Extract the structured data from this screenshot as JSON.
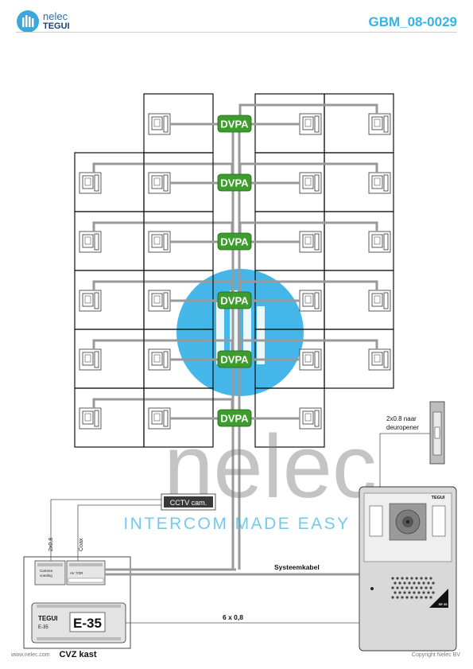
{
  "header": {
    "brand_name": "nelec",
    "brand_sub": "TEGUI",
    "code": "GBM_08-0029"
  },
  "distributor_label": "DVPA",
  "floors": [
    {
      "left": [
        false,
        true
      ],
      "right": [
        true,
        true
      ]
    },
    {
      "left": [
        true,
        true
      ],
      "right": [
        true,
        true
      ]
    },
    {
      "left": [
        true,
        true
      ],
      "right": [
        true,
        true
      ]
    },
    {
      "left": [
        true,
        true
      ],
      "right": [
        true,
        true
      ]
    },
    {
      "left": [
        true,
        true
      ],
      "right": [
        true,
        true
      ]
    },
    {
      "left": [
        true,
        true
      ],
      "right": [
        true,
        false
      ]
    }
  ],
  "labels": {
    "door_opener": "2x0.8 naar",
    "door_opener_2": "deuropener",
    "cctv": "CCTV cam.",
    "system_cable": "Systeemkabel",
    "wire_6x08": "6 x 0,8",
    "wire_2x08": "2x0,8",
    "coax": "Coax",
    "camera_supply": "Camera",
    "camera_supply_2": "voeding",
    "cvz": "CVZ kast",
    "psu_brand": "TEGUI",
    "psu_model": "E-35",
    "psu_big": "E-35",
    "module_label": "AV 7/2R",
    "panel_brand": "TEGUI",
    "panel_tag": "SE 35"
  },
  "watermark": {
    "word": "nelec",
    "tagline": "INTERCOM MADE EASY"
  },
  "footer": {
    "left": "www.nelec.com",
    "right": "Copyright Nelec BV"
  }
}
